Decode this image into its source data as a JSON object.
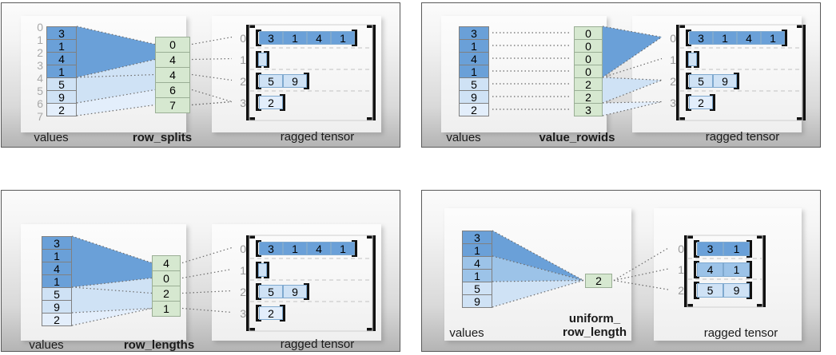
{
  "colors": {
    "blue_dark": "#6aa0d8",
    "blue_mid": "#9cc3e8",
    "blue_light": "#cfe2f5",
    "blue_lighter": "#e3eefb",
    "green": "#d6e8d0",
    "green_border": "#8fae8a",
    "cell_border": "#808080",
    "panel_border": "#5a5a5a",
    "index_gray": "#a8a8a8",
    "bracket_black": "#111111",
    "dash_gray": "#6a6a6a",
    "rowline_gray": "#c2c2c2"
  },
  "panels": [
    {
      "id": "row-splits",
      "values_label": "values",
      "partition_label": "row_splits",
      "tensor_label": "ragged tensor",
      "value_indices": [
        "0",
        "1",
        "2",
        "3",
        "4",
        "5",
        "6",
        "7"
      ],
      "values": [
        "3",
        "1",
        "4",
        "1",
        "5",
        "9",
        "2"
      ],
      "values_shades": [
        "blue_dark",
        "blue_dark",
        "blue_dark",
        "blue_dark",
        "blue_light",
        "blue_light",
        "blue_lighter"
      ],
      "partition": [
        "0",
        "4",
        "4",
        "6",
        "7"
      ],
      "tensor_row_indices": [
        "0",
        "1",
        "2",
        "3"
      ],
      "tensor_rows": [
        {
          "cells": [
            "3",
            "1",
            "4",
            "1"
          ],
          "shade": "blue_dark"
        },
        {
          "cells": [],
          "shade": "blue_light"
        },
        {
          "cells": [
            "5",
            "9"
          ],
          "shade": "blue_light"
        },
        {
          "cells": [
            "2"
          ],
          "shade": "blue_lighter"
        }
      ]
    },
    {
      "id": "value-rowids",
      "values_label": "values",
      "partition_label": "value_rowids",
      "tensor_label": "ragged tensor",
      "value_indices": [],
      "values": [
        "3",
        "1",
        "4",
        "1",
        "5",
        "9",
        "2"
      ],
      "values_shades": [
        "blue_dark",
        "blue_dark",
        "blue_dark",
        "blue_dark",
        "blue_light",
        "blue_light",
        "blue_lighter"
      ],
      "partition": [
        "0",
        "0",
        "0",
        "0",
        "2",
        "2",
        "3"
      ],
      "tensor_row_indices": [
        "0",
        "1",
        "2",
        "3"
      ],
      "tensor_rows": [
        {
          "cells": [
            "3",
            "1",
            "4",
            "1"
          ],
          "shade": "blue_dark"
        },
        {
          "cells": [],
          "shade": "blue_light"
        },
        {
          "cells": [
            "5",
            "9"
          ],
          "shade": "blue_light"
        },
        {
          "cells": [
            "2"
          ],
          "shade": "blue_lighter"
        }
      ]
    },
    {
      "id": "row-lengths",
      "values_label": "values",
      "partition_label": "row_lengths",
      "tensor_label": "ragged tensor",
      "value_indices": [],
      "values": [
        "3",
        "1",
        "4",
        "1",
        "5",
        "9",
        "2"
      ],
      "values_shades": [
        "blue_dark",
        "blue_dark",
        "blue_dark",
        "blue_dark",
        "blue_light",
        "blue_light",
        "blue_lighter"
      ],
      "partition": [
        "4",
        "0",
        "2",
        "1"
      ],
      "tensor_row_indices": [
        "0",
        "1",
        "2",
        "3"
      ],
      "tensor_rows": [
        {
          "cells": [
            "3",
            "1",
            "4",
            "1"
          ],
          "shade": "blue_dark"
        },
        {
          "cells": [],
          "shade": "blue_light"
        },
        {
          "cells": [
            "5",
            "9"
          ],
          "shade": "blue_light"
        },
        {
          "cells": [
            "2"
          ],
          "shade": "blue_lighter"
        }
      ]
    },
    {
      "id": "uniform-row-length",
      "values_label": "values",
      "partition_label": "uniform_\nrow_length",
      "tensor_label": "ragged tensor",
      "value_indices": [],
      "values": [
        "3",
        "1",
        "4",
        "1",
        "5",
        "9"
      ],
      "values_shades": [
        "blue_dark",
        "blue_dark",
        "blue_mid",
        "blue_mid",
        "blue_light",
        "blue_light"
      ],
      "partition": [
        "2"
      ],
      "tensor_row_indices": [
        "0",
        "1",
        "2"
      ],
      "tensor_rows": [
        {
          "cells": [
            "3",
            "1"
          ],
          "shade": "blue_dark"
        },
        {
          "cells": [
            "4",
            "1"
          ],
          "shade": "blue_mid"
        },
        {
          "cells": [
            "5",
            "9"
          ],
          "shade": "blue_light"
        }
      ]
    }
  ]
}
